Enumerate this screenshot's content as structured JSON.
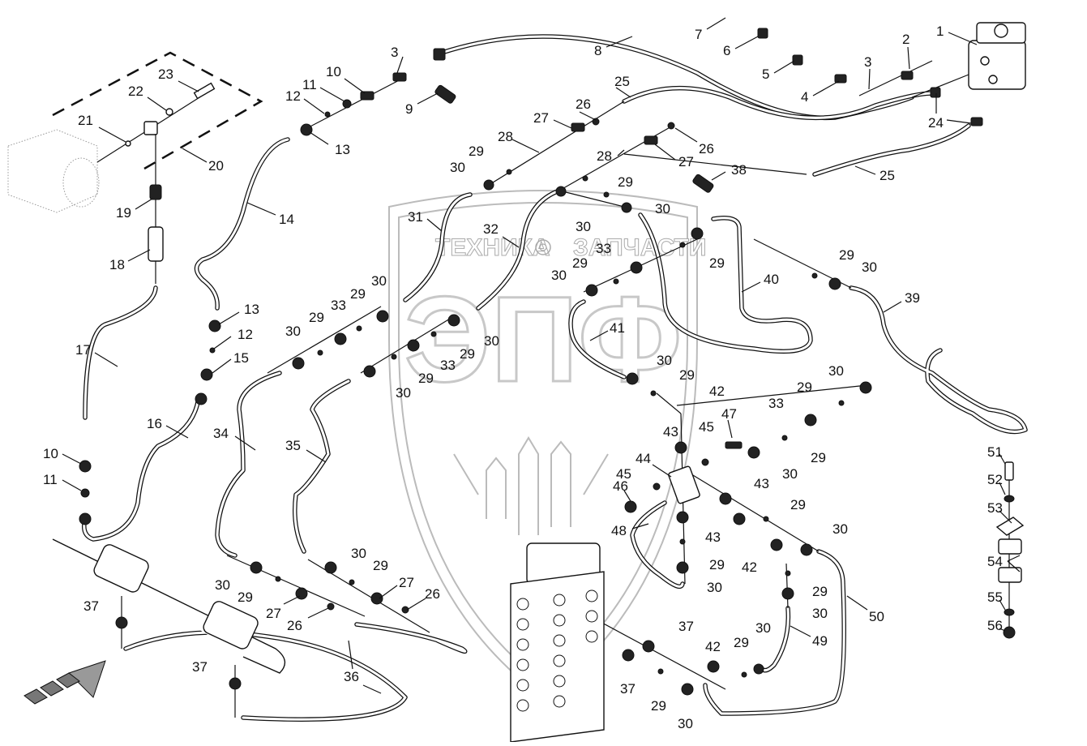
{
  "diagram": {
    "type": "exploded-parts-diagram",
    "subject": "hydraulic lines and fittings",
    "watermark": {
      "left_text": "ТЕХНИКА",
      "right_text": "ЗАПЧАСТИ",
      "emblem_text": "ЭПФ",
      "gear_icon": "gear-icon"
    },
    "callouts": [
      {
        "id": "1",
        "label": "1"
      },
      {
        "id": "2",
        "label": "2"
      },
      {
        "id": "3a",
        "label": "3"
      },
      {
        "id": "3b",
        "label": "3"
      },
      {
        "id": "4",
        "label": "4"
      },
      {
        "id": "5",
        "label": "5"
      },
      {
        "id": "6",
        "label": "6"
      },
      {
        "id": "7",
        "label": "7"
      },
      {
        "id": "8",
        "label": "8"
      },
      {
        "id": "9",
        "label": "9"
      },
      {
        "id": "10a",
        "label": "10"
      },
      {
        "id": "10b",
        "label": "10"
      },
      {
        "id": "11a",
        "label": "11"
      },
      {
        "id": "11b",
        "label": "11"
      },
      {
        "id": "12a",
        "label": "12"
      },
      {
        "id": "12b",
        "label": "12"
      },
      {
        "id": "13a",
        "label": "13"
      },
      {
        "id": "13b",
        "label": "13"
      },
      {
        "id": "14",
        "label": "14"
      },
      {
        "id": "15",
        "label": "15"
      },
      {
        "id": "16",
        "label": "16"
      },
      {
        "id": "17",
        "label": "17"
      },
      {
        "id": "18",
        "label": "18"
      },
      {
        "id": "19",
        "label": "19"
      },
      {
        "id": "20",
        "label": "20"
      },
      {
        "id": "21",
        "label": "21"
      },
      {
        "id": "22",
        "label": "22"
      },
      {
        "id": "23",
        "label": "23"
      },
      {
        "id": "24",
        "label": "24"
      },
      {
        "id": "25a",
        "label": "25"
      },
      {
        "id": "25b",
        "label": "25"
      },
      {
        "id": "26a",
        "label": "26"
      },
      {
        "id": "26b",
        "label": "26"
      },
      {
        "id": "26c",
        "label": "26"
      },
      {
        "id": "26d",
        "label": "26"
      },
      {
        "id": "27a",
        "label": "27"
      },
      {
        "id": "27b",
        "label": "27"
      },
      {
        "id": "27c",
        "label": "27"
      },
      {
        "id": "27d",
        "label": "27"
      },
      {
        "id": "28a",
        "label": "28"
      },
      {
        "id": "28b",
        "label": "28"
      },
      {
        "id": "31",
        "label": "31"
      },
      {
        "id": "32",
        "label": "32"
      },
      {
        "id": "34",
        "label": "34"
      },
      {
        "id": "35",
        "label": "35"
      },
      {
        "id": "36",
        "label": "36"
      },
      {
        "id": "38",
        "label": "38"
      },
      {
        "id": "39",
        "label": "39"
      },
      {
        "id": "40",
        "label": "40"
      },
      {
        "id": "41",
        "label": "41"
      },
      {
        "id": "44",
        "label": "44"
      },
      {
        "id": "46",
        "label": "46"
      },
      {
        "id": "47",
        "label": "47"
      },
      {
        "id": "48",
        "label": "48"
      },
      {
        "id": "49",
        "label": "49"
      },
      {
        "id": "50",
        "label": "50"
      },
      {
        "id": "51",
        "label": "51"
      },
      {
        "id": "52",
        "label": "52"
      },
      {
        "id": "53",
        "label": "53"
      },
      {
        "id": "54",
        "label": "54"
      },
      {
        "id": "55",
        "label": "55"
      },
      {
        "id": "56",
        "label": "56"
      }
    ],
    "repeated": {
      "29": "29",
      "30": "30",
      "33": "33",
      "37": "37",
      "42": "42",
      "43": "43",
      "45": "45"
    }
  }
}
